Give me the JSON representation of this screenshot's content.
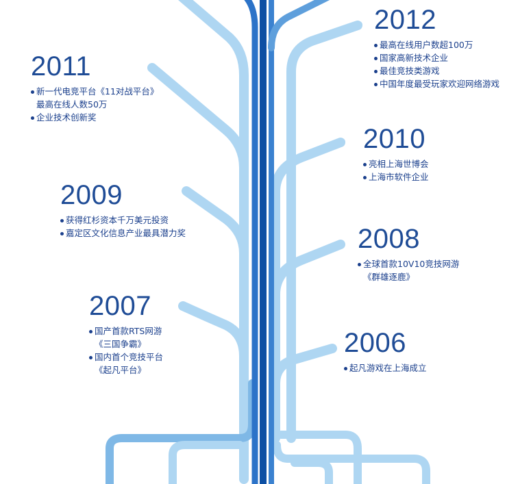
{
  "timeline": [
    {
      "id": "y2012",
      "year": "2012",
      "items": [
        "最高在线用户数超100万",
        "国家高新技术企业",
        "最佳竞技类游戏",
        "中国年度最受玩家欢迎网络游戏"
      ]
    },
    {
      "id": "y2011",
      "year": "2011",
      "items": [
        "新一代电竞平台《11对战平台》",
        "最高在线人数50万",
        "企业技术创新奖"
      ]
    },
    {
      "id": "y2010",
      "year": "2010",
      "items": [
        "亮相上海世博会",
        "上海市软件企业"
      ]
    },
    {
      "id": "y2009",
      "year": "2009",
      "items": [
        "获得红杉资本千万美元投资",
        "嘉定区文化信息产业最具潜力奖"
      ]
    },
    {
      "id": "y2008",
      "year": "2008",
      "items": [
        "全球首款10V10竞技网游",
        "《群雄逐鹿》"
      ]
    },
    {
      "id": "y2007",
      "year": "2007",
      "items": [
        "国产首款RTS网游",
        "《三国争霸》",
        "国内首个竞技平台",
        "《起凡平台》"
      ]
    },
    {
      "id": "y2006",
      "year": "2006",
      "items": [
        "起凡游戏在上海成立"
      ]
    }
  ],
  "colors": {
    "trunk_dark": "#0d4fa3",
    "trunk_mid": "#2c73c8",
    "branch_light": "#aed6f2",
    "root_mid": "#7fb8e6",
    "text": "#1a3f8c"
  }
}
